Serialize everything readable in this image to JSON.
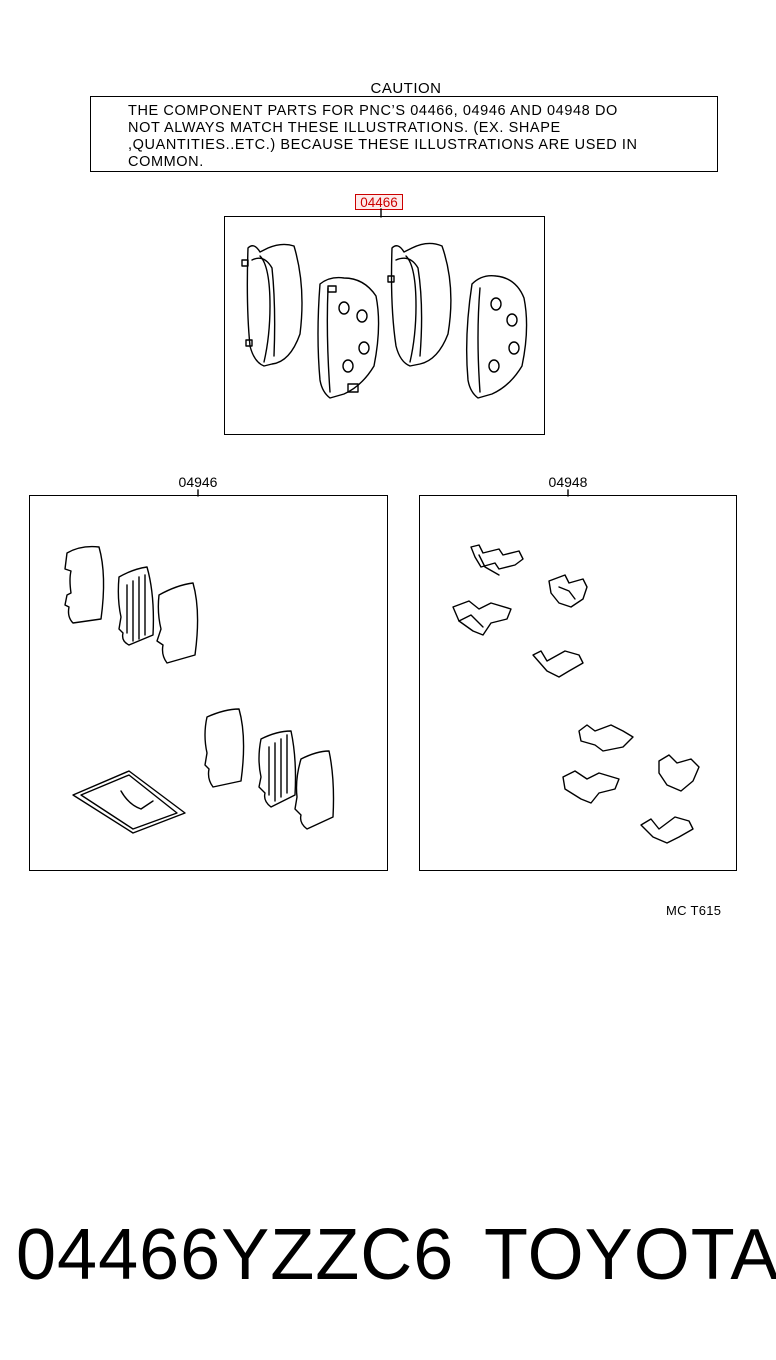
{
  "caution": {
    "title": "CAUTION",
    "lines": [
      "THE  COMPONENT  PARTS  FOR  PNC’S  04466, 04946  AND  04948  DO",
      "NOT  ALWAYS  MATCH  THESE  ILLUSTRATIONS. (EX. SHAPE",
      ",QUANTITIES..ETC.) BECAUSE  THESE  ILLUSTRATIONS  ARE  USED  IN",
      "COMMON."
    ]
  },
  "parts": {
    "top": {
      "pnc": "04466",
      "highlighted": true,
      "highlight_color": "#cc0000",
      "contents": "brake pad set (4 pads)"
    },
    "left": {
      "pnc": "04946",
      "contents": "anti-squeal shim kit"
    },
    "right": {
      "pnc": "04948",
      "contents": "pad clip / support plate set"
    }
  },
  "reference_code": "MC  T615",
  "footer": {
    "part_number": "04466YZZC6",
    "brand": "TOYOTA"
  }
}
